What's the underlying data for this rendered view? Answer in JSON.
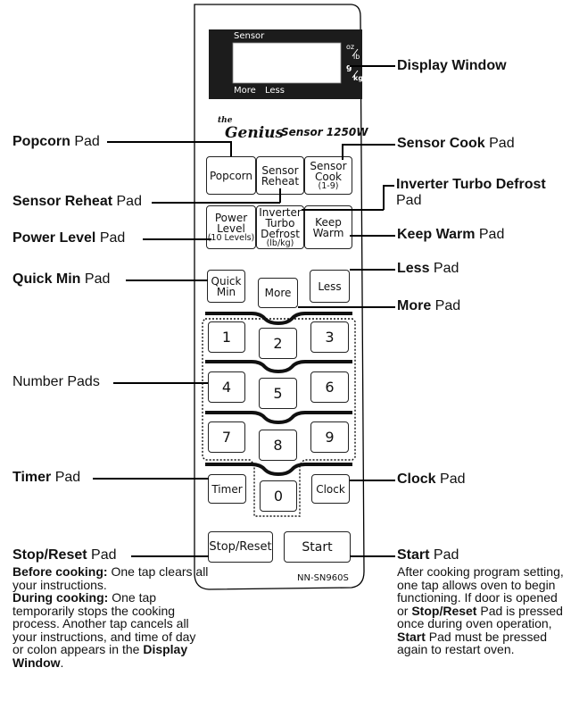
{
  "display": {
    "sensor": "Sensor",
    "more": "More",
    "less": "Less",
    "oz": "oz",
    "lb": "lb",
    "g": "g",
    "kg": "kg"
  },
  "brand": {
    "the": "the",
    "genius": "Genius",
    "model_name": "Sensor 1250W",
    "model_number": "NN-SN960S"
  },
  "pads": {
    "popcorn": "Popcorn",
    "sensor_reheat": [
      "Sensor",
      "Reheat"
    ],
    "sensor_cook": [
      "Sensor",
      "Cook",
      "(1-9)"
    ],
    "power_level": [
      "Power",
      "Level",
      "(10 Levels)"
    ],
    "inverter": [
      "Inverter",
      "Turbo",
      "Defrost",
      "(lb/kg)"
    ],
    "keep_warm": [
      "Keep",
      "Warm"
    ],
    "quick_min": [
      "Quick",
      "Min"
    ],
    "more": "More",
    "less": "Less",
    "numbers": [
      "1",
      "2",
      "3",
      "4",
      "5",
      "6",
      "7",
      "8",
      "9",
      "0"
    ],
    "timer": "Timer",
    "clock": "Clock",
    "stop_reset": "Stop/Reset",
    "start": "Start"
  },
  "callouts": {
    "display_window": "Display Window",
    "popcorn": {
      "bold": "Popcorn",
      "rest": " Pad"
    },
    "sensor_cook": {
      "bold": "Sensor Cook",
      "rest": " Pad"
    },
    "sensor_reheat": {
      "bold": "Sensor Reheat",
      "rest": " Pad"
    },
    "inverter": {
      "bold": "Inverter Turbo Defrost",
      "rest": "Pad"
    },
    "power_level": {
      "bold": "Power Level",
      "rest": " Pad"
    },
    "keep_warm": {
      "bold": "Keep Warm",
      "rest": " Pad"
    },
    "quick_min": {
      "bold": "Quick Min",
      "rest": " Pad"
    },
    "less": {
      "bold": "Less",
      "rest": " Pad"
    },
    "more": {
      "bold": "More",
      "rest": " Pad"
    },
    "number_pads": "Number Pads",
    "timer": {
      "bold": "Timer",
      "rest": " Pad"
    },
    "clock": {
      "bold": "Clock",
      "rest": " Pad"
    },
    "stop_reset": {
      "bold": "Stop/Reset",
      "rest": " Pad"
    },
    "start": {
      "bold": "Start",
      "rest": " Pad"
    }
  },
  "descriptions": {
    "stop_reset": {
      "before_bold": "Before cooking:",
      "before_text": " One tap clears all your instructions.",
      "during_bold": "During cooking:",
      "during_text": " One tap temporarily stops the cooking process. Another tap cancels all your instructions, and time of day or colon appears in the ",
      "display_bold": "Display Window",
      "end": "."
    },
    "start": {
      "text1": "After cooking program setting, one tap allows oven to begin functioning. If door is opened or ",
      "bold1": "Stop/Reset",
      "text2": " Pad is pressed once during oven operation, ",
      "bold2": "Start",
      "text3": " Pad must be pressed again to restart oven."
    }
  }
}
